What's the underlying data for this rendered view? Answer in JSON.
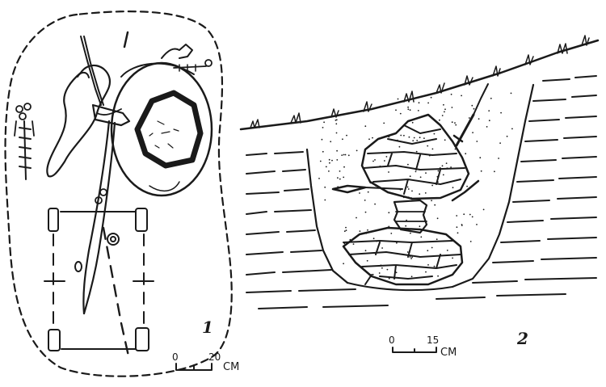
{
  "panels": [
    {
      "id": "plan",
      "label": "1",
      "scale_start": "0",
      "scale_end": "20",
      "scale_unit": "СМ"
    },
    {
      "id": "section",
      "label": "2",
      "scale_start": "0",
      "scale_end": "15",
      "scale_unit": "СМ"
    }
  ],
  "ink_color": "#1a1a1a",
  "paper_color": "#ffffff"
}
